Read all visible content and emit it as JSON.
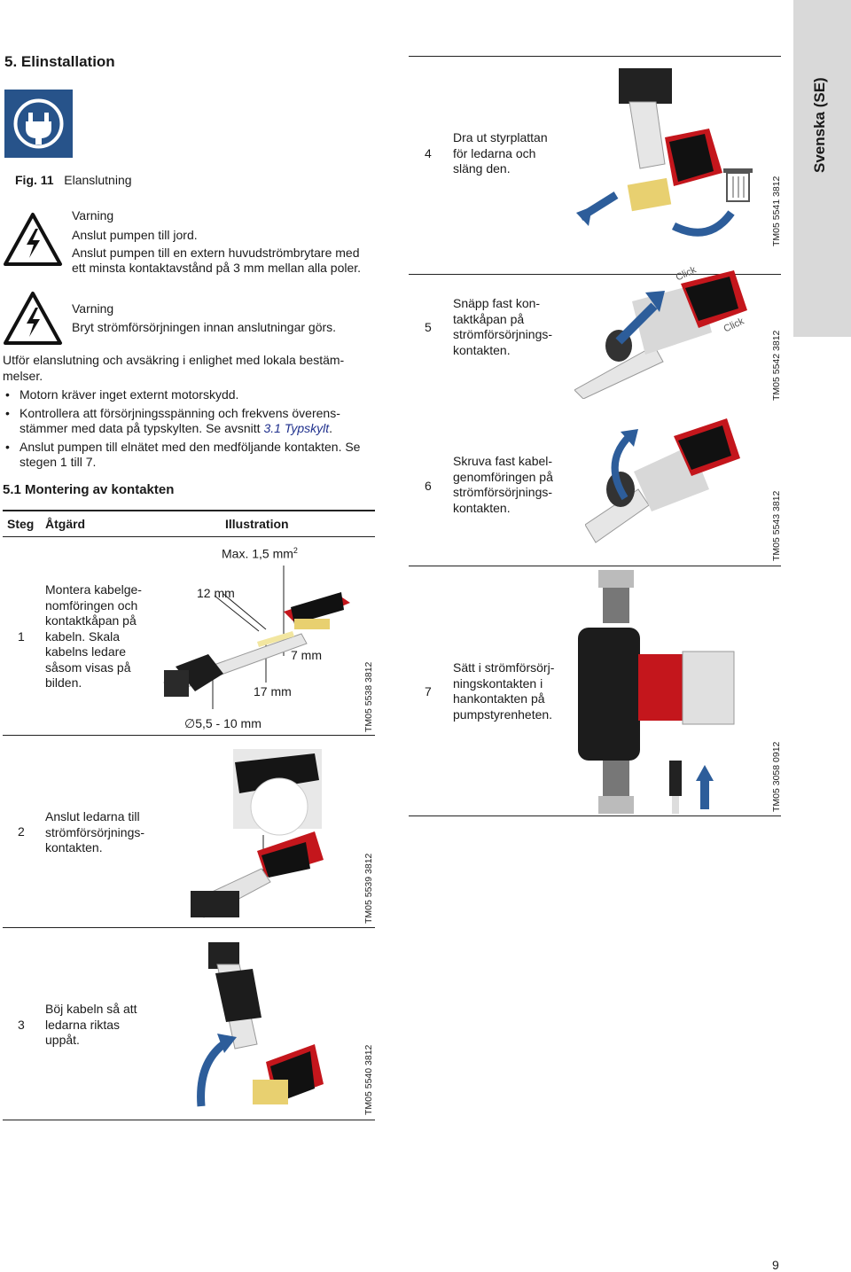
{
  "side_tab": "Svenska (SE)",
  "section_title": "5. Elinstallation",
  "figure": {
    "number": "Fig. 11",
    "caption": "Elanslutning"
  },
  "warning1": {
    "title": "Varning",
    "line1": "Anslut pumpen till jord.",
    "line2": "Anslut pumpen till en extern huvudströmbrytare med",
    "line3": "ett minsta kontaktavstånd på 3 mm mellan alla poler."
  },
  "warning2": {
    "title": "Varning",
    "line1": "Bryt strömförsörjningen innan anslutningar görs."
  },
  "intro": {
    "line1": "Utför elanslutning och avsäkring i enlighet med lokala bestäm-",
    "line2": "melser."
  },
  "bullets": {
    "b1": "Motorn kräver inget externt motorskydd.",
    "b2a": "Kontrollera att försörjningsspänning och frekvens överens-",
    "b2b": "stämmer med data på typskylten. Se avsnitt ",
    "b2link": "3.1 Typskylt",
    "b2end": ".",
    "b3a": "Anslut pumpen till elnätet med den medföljande kontakten. Se",
    "b3b": "stegen 1 till 7."
  },
  "subsection_title": "5.1 Montering av kontakten",
  "table_headers": {
    "step": "Steg",
    "action": "Åtgärd",
    "illustration": "Illustration"
  },
  "step1": {
    "num": "1",
    "lines": [
      "Montera kabelge-",
      "nomföringen och",
      "kontaktkåpan på",
      "kabeln. Skala",
      "kabelns ledare",
      "såsom visas på",
      "bilden."
    ],
    "max": "Max. 1,5 mm",
    "max_sup": "2",
    "dim_12": "12 mm",
    "dim_7": "7 mm",
    "dim_17": "17 mm",
    "dim_diam": "∅5,5 - 10 mm",
    "ref": "TM05 5538 3812"
  },
  "step2": {
    "num": "2",
    "lines": [
      "Anslut ledarna till",
      "strömförsörjnings-",
      "kontakten."
    ],
    "ref": "TM05 5539 3812"
  },
  "step3": {
    "num": "3",
    "lines": [
      "Böj kabeln så att",
      "ledarna riktas",
      "uppåt."
    ],
    "ref": "TM05 5540 3812"
  },
  "step4": {
    "num": "4",
    "lines": [
      "Dra ut styrplattan",
      "för ledarna och",
      "släng den."
    ],
    "ref": "TM05 5541 3812"
  },
  "step5": {
    "num": "5",
    "lines": [
      "Snäpp fast kon-",
      "taktkåpan på",
      "strömförsörjnings-",
      "kontakten."
    ],
    "click": "Click",
    "ref": "TM05 5542 3812"
  },
  "step6": {
    "num": "6",
    "lines": [
      "Skruva fast kabel-",
      "genomföringen på",
      "strömförsörjnings-",
      "kontakten."
    ],
    "ref": "TM05 5543 3812"
  },
  "step7": {
    "num": "7",
    "lines": [
      "Sätt i strömförsörj-",
      "ningskontakten i",
      "hankontakten på",
      "pumpstyrenheten."
    ],
    "ref": "TM05 3058 0912"
  },
  "page_number": "9",
  "colors": {
    "icon_blue": "#27538a",
    "arrow_blue": "#2d5d9a",
    "pump_red": "#c4161c"
  }
}
